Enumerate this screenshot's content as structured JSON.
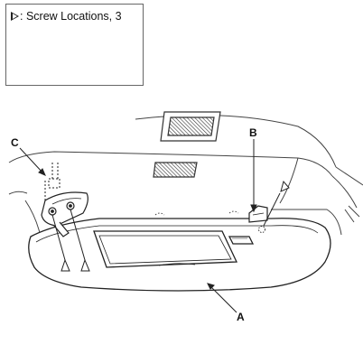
{
  "legend": {
    "symbol_icon": "open-triangle-icon",
    "label": ": Screw Locations, 3"
  },
  "callouts": {
    "a": "A",
    "b": "B",
    "c": "C"
  },
  "colors": {
    "line": "#333333",
    "background": "#ffffff"
  }
}
